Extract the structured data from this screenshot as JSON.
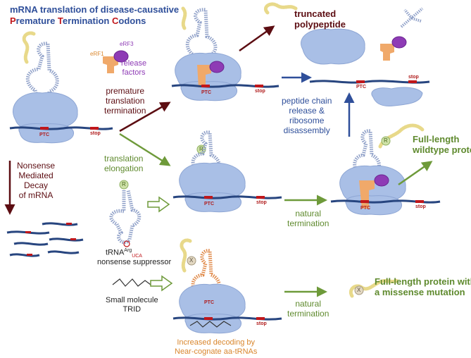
{
  "title": {
    "line1": "mRNA translation of disease-causative",
    "line2_parts": [
      "P",
      "remature ",
      "T",
      "ermination ",
      "C",
      "odons"
    ]
  },
  "labels": {
    "erf1": "eRF1",
    "erf3": "eRF3",
    "release_factors": [
      "release",
      "factors"
    ],
    "premature_termination": [
      "premature",
      "translation",
      "termination"
    ],
    "truncated": [
      "truncated",
      "polypeptide"
    ],
    "peptide_release": [
      "peptide chain",
      "release &",
      "ribosome",
      "disassembly"
    ],
    "full_length_wildtype": [
      "Full-length",
      "wildtype protein"
    ],
    "translation_elongation": [
      "translation",
      "elongation"
    ],
    "nmd": [
      "Nonsense",
      "Mediated",
      "Decay",
      "of mRNA"
    ],
    "natural_termination": [
      "natural",
      "termination"
    ],
    "trna_main": "tRNA",
    "trna_sup": "Arg",
    "trna_sub": "UCA",
    "nonsense_suppressor": "nonsense suppressor",
    "small_molecule": [
      "Small molecule",
      "TRID"
    ],
    "increased_decoding": [
      "Increased decoding by",
      "Near-cognate aa-tRNAs"
    ],
    "full_length_missense": [
      "Full-length protein with",
      "a missense mutation"
    ],
    "ptc": "PTC",
    "stop": "stop",
    "residue_r": "R",
    "residue_x": "X"
  },
  "colors": {
    "title_blue": "#2f4f9a",
    "ptc_red": "#c0171b",
    "ribosome": "#a9bfe6",
    "mrna": "#27457f",
    "arrow_dark_red": "#5c0d12",
    "arrow_green": "#6e9a3a",
    "arrow_blue": "#2f4f9a",
    "release_factor_orange": "#f0a96a",
    "release_factor_purple": "#8e3bb5",
    "peptide_yellow": "#f3e79a"
  }
}
